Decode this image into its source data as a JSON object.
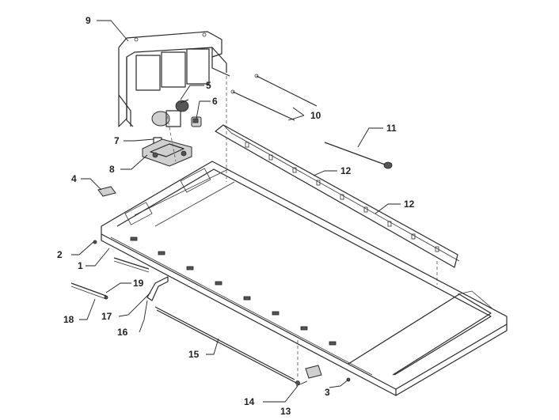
{
  "diagram": {
    "callouts": [
      {
        "key": "c1",
        "label": "1"
      },
      {
        "key": "c2",
        "label": "2"
      },
      {
        "key": "c3",
        "label": "3"
      },
      {
        "key": "c4",
        "label": "4"
      },
      {
        "key": "c5",
        "label": "5"
      },
      {
        "key": "c6",
        "label": "6"
      },
      {
        "key": "c7",
        "label": "7"
      },
      {
        "key": "c8",
        "label": "8"
      },
      {
        "key": "c9",
        "label": "9"
      },
      {
        "key": "c10",
        "label": "10"
      },
      {
        "key": "c11",
        "label": "11"
      },
      {
        "key": "c12a",
        "label": "12"
      },
      {
        "key": "c12b",
        "label": "12"
      },
      {
        "key": "c13",
        "label": "13"
      },
      {
        "key": "c14",
        "label": "14"
      },
      {
        "key": "c15",
        "label": "15"
      },
      {
        "key": "c16",
        "label": "16"
      },
      {
        "key": "c17",
        "label": "17"
      },
      {
        "key": "c18",
        "label": "18"
      },
      {
        "key": "c19",
        "label": "19"
      }
    ]
  }
}
